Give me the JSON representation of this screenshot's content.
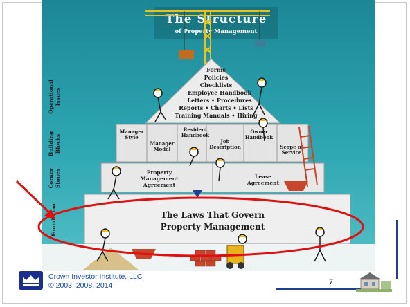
{
  "poster": {
    "title_main": "The Structure",
    "title_sub": "of Property Management"
  },
  "levels": {
    "operational": [
      "Operational",
      "Issues"
    ],
    "building": [
      "Building",
      "Blocks"
    ],
    "corner": [
      "Corner",
      "Stones"
    ],
    "foundation": "Foundation"
  },
  "operational_items": [
    "Forms",
    "Policies",
    "Checklists",
    "Employee Handbook",
    "Letters • Procedures",
    "Reports • Charts • Lists",
    "Training Manuals • Hiring"
  ],
  "building_blocks": {
    "manager_style": [
      "Manager",
      "Style"
    ],
    "manager_model": [
      "Manager",
      "Model"
    ],
    "resident_handbook": [
      "Resident",
      "Handbook"
    ],
    "job_description": [
      "Job",
      "Description"
    ],
    "owner_handbook": [
      "Owner",
      "Handbook"
    ],
    "scope_of_service": [
      "Scope of",
      "Service"
    ]
  },
  "corner_stones": {
    "left": [
      "Property",
      "Management",
      "Agreement"
    ],
    "right": [
      "Lease",
      "Agreement"
    ]
  },
  "foundation_text": [
    "The Laws That Govern",
    "Property Management"
  ],
  "footer": {
    "company": "Crown Investor Institute, LLC",
    "copyright": "© 2003, 2008, 2014",
    "page_number": "7"
  },
  "colors": {
    "annotation_red": "#e01010",
    "footer_blue": "#1c4ba8",
    "rule_blue": "#1f3f8f",
    "sky_teal": "#1f8c9c",
    "stone": "#e6e6e6"
  },
  "icons": [
    "crown-logo-icon",
    "house-icon",
    "crane-icon",
    "red-arrow-icon",
    "red-ellipse-highlight"
  ]
}
